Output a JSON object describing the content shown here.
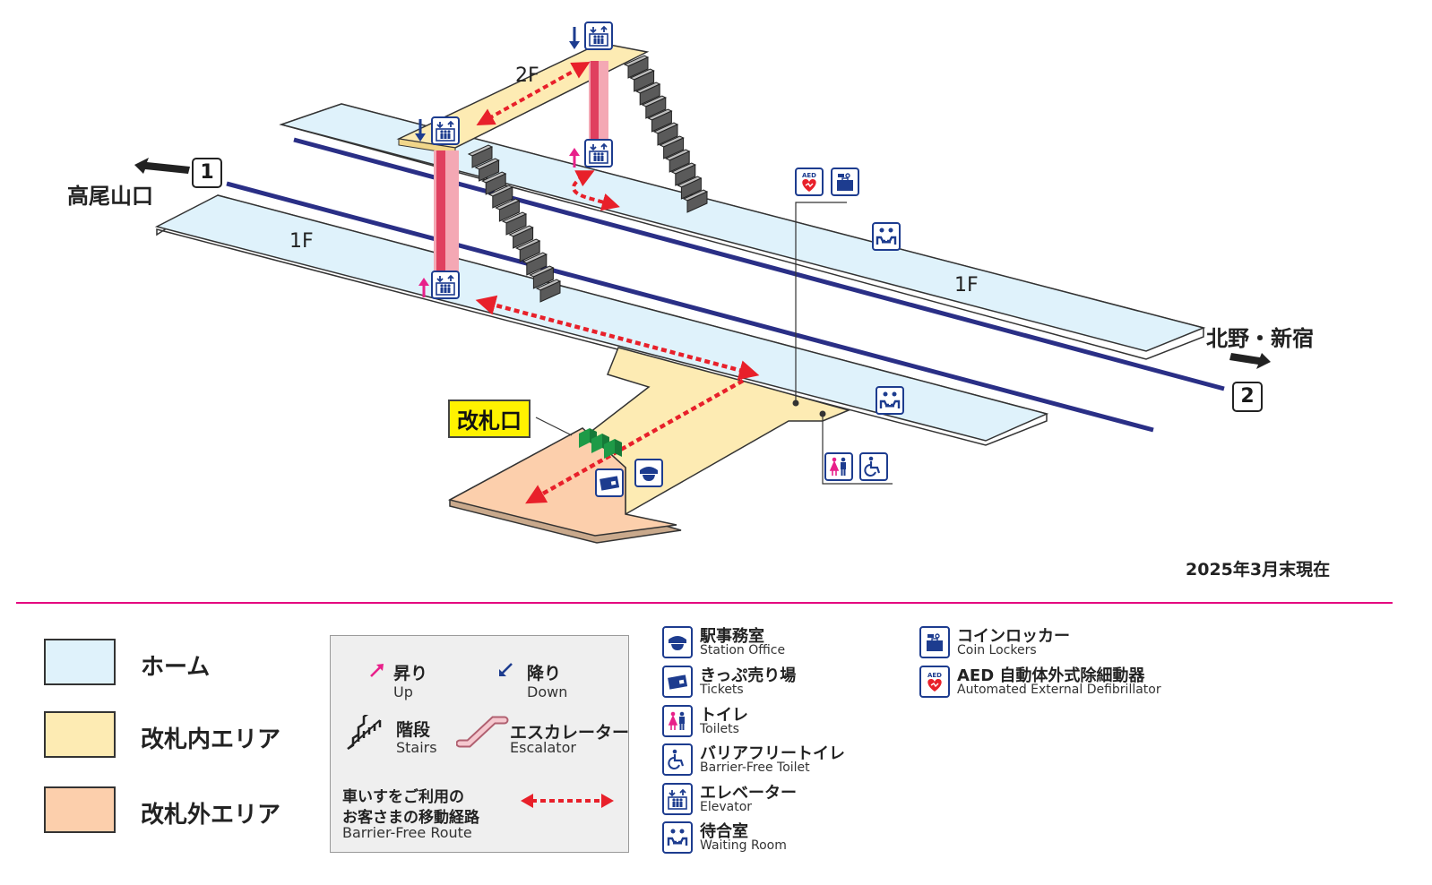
{
  "directions": {
    "left": "高尾山口",
    "right": "北野・新宿"
  },
  "tracks": {
    "track1": "1",
    "track2": "2"
  },
  "floors": {
    "upper": "2F",
    "platform_left": "1F",
    "platform_right": "1F"
  },
  "gate_label": "改札口",
  "date_note": "2025年3月末現在",
  "area_legend": [
    {
      "label": "ホーム",
      "color": "#dff2fb"
    },
    {
      "label": "改札内エリア",
      "color": "#fdebb3"
    },
    {
      "label": "改札外エリア",
      "color": "#fccfac"
    }
  ],
  "route_legend": {
    "up_jp": "昇り",
    "up_en": "Up",
    "down_jp": "降り",
    "down_en": "Down",
    "stairs_jp": "階段",
    "stairs_en": "Stairs",
    "escalator_jp": "エスカレーター",
    "escalator_en": "Escalator",
    "route_jp_line1": "車いすをご利用の",
    "route_jp_line2": "お客さまの移動経路",
    "route_en": "Barrier-Free Route"
  },
  "facilities": [
    {
      "icon": "station-office-icon",
      "jp": "駅事務室",
      "en": "Station Office"
    },
    {
      "icon": "tickets-icon",
      "jp": "きっぷ売り場",
      "en": "Tickets"
    },
    {
      "icon": "toilet-icon",
      "jp": "トイレ",
      "en": "Toilets"
    },
    {
      "icon": "wheelchair-icon",
      "jp": "バリアフリートイレ",
      "en": "Barrier-Free Toilet"
    },
    {
      "icon": "elevator-icon",
      "jp": "エレベーター",
      "en": "Elevator"
    },
    {
      "icon": "waiting-room-icon",
      "jp": "待合室",
      "en": "Waiting Room"
    },
    {
      "icon": "coin-locker-icon",
      "jp": "コインロッカー",
      "en": "Coin Lockers"
    },
    {
      "icon": "aed-icon",
      "jp": "AED 自動体外式除細動器",
      "en": "Automated External Defibrillator"
    }
  ],
  "colors": {
    "platform": "#dff2fb",
    "paid_area": "#fdebb3",
    "unpaid_area": "#fccfac",
    "track": "#2a2f86",
    "route": "#e8202a",
    "accent_divider": "#e4007f",
    "icon_blue": "#1d3c8f",
    "gate_green": "#1e9a47",
    "elevator_shaft": "#e0405f"
  }
}
